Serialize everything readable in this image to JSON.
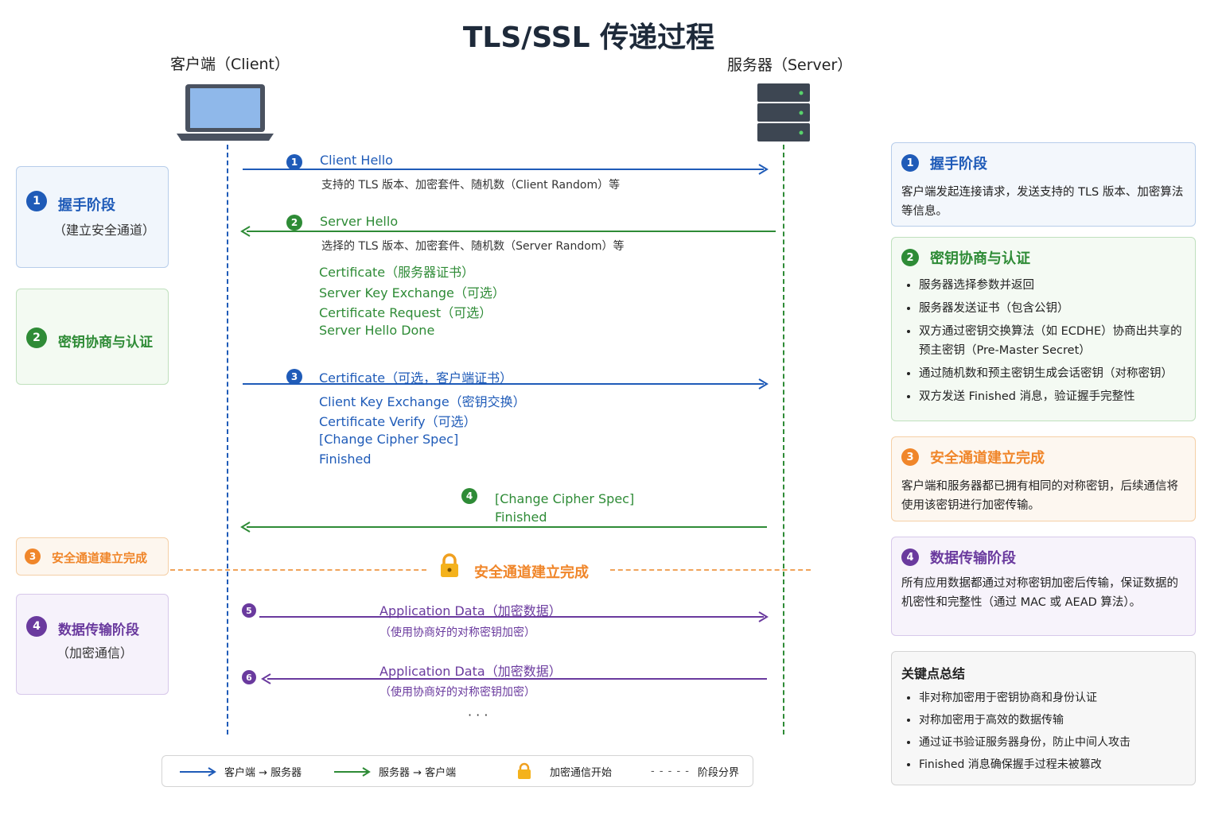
{
  "title": "TLS/SSL 传递过程",
  "client_label": "客户端（Client）",
  "server_label": "服务器（Server）",
  "colors": {
    "blue": "#1f5bb8",
    "green": "#2e8b36",
    "orange": "#f0862a",
    "purple": "#6a3a9e"
  },
  "messages": {
    "m1": {
      "num": "1",
      "title": "Client Hello",
      "sub": "支持的 TLS 版本、加密套件、随机数（Client Random）等"
    },
    "m2": {
      "num": "2",
      "title": "Server Hello",
      "sub": "选择的 TLS 版本、加密套件、随机数（Server Random）等",
      "items": [
        "Certificate（服务器证书）",
        "Server Key Exchange（可选）",
        "Certificate Request（可选）",
        "Server Hello Done"
      ]
    },
    "m3": {
      "num": "3",
      "items": [
        "Certificate（可选，客户端证书）",
        "Client Key Exchange（密钥交换）",
        "Certificate Verify（可选）",
        "[Change Cipher Spec]",
        "Finished"
      ]
    },
    "m4": {
      "num": "4",
      "items": [
        "[Change Cipher Spec]",
        "Finished"
      ]
    },
    "secure": "安全通道建立完成",
    "m5": {
      "num": "5",
      "title": "Application Data（加密数据）",
      "sub": "（使用协商好的对称密钥加密）"
    },
    "m6": {
      "num": "6",
      "title": "Application Data（加密数据）",
      "sub": "（使用协商好的对称密钥加密）"
    },
    "ellipsis": "· · ·"
  },
  "left_panels": [
    {
      "num": "1",
      "title": "握手阶段",
      "sub": "（建立安全通道）"
    },
    {
      "num": "2",
      "title": "密钥协商与认证",
      "sub": ""
    },
    {
      "num": "3",
      "title": "安全通道建立完成",
      "sub": ""
    },
    {
      "num": "4",
      "title": "数据传输阶段",
      "sub": "（加密通信）"
    }
  ],
  "right_panels": {
    "p1": {
      "num": "1",
      "title": "握手阶段",
      "text": "客户端发起连接请求，发送支持的 TLS 版本、加密算法等信息。"
    },
    "p2": {
      "num": "2",
      "title": "密钥协商与认证",
      "items": [
        "服务器选择参数并返回",
        "服务器发送证书（包含公钥）",
        "双方通过密钥交换算法（如 ECDHE）协商出共享的预主密钥（Pre-Master Secret）",
        "通过随机数和预主密钥生成会话密钥（对称密钥）",
        "双方发送 Finished 消息，验证握手完整性"
      ]
    },
    "p3": {
      "num": "3",
      "title": "安全通道建立完成",
      "text": "客户端和服务器都已拥有相同的对称密钥，后续通信将使用该密钥进行加密传输。"
    },
    "p4": {
      "num": "4",
      "title": "数据传输阶段",
      "text": "所有应用数据都通过对称密钥加密后传输，保证数据的机密性和完整性（通过 MAC 或 AEAD 算法）。"
    },
    "summary": {
      "title": "关键点总结",
      "items": [
        "非对称加密用于密钥协商和身份认证",
        "对称加密用于高效的数据传输",
        "通过证书验证服务器身份，防止中间人攻击",
        "Finished 消息确保握手过程未被篡改"
      ]
    }
  },
  "legend": {
    "client_to_server": "客户端 → 服务器",
    "server_to_client": "服务器 → 客户端",
    "encrypted_start": "加密通信开始",
    "phase_boundary": "阶段分界",
    "dash_sample": "- - - - -"
  }
}
